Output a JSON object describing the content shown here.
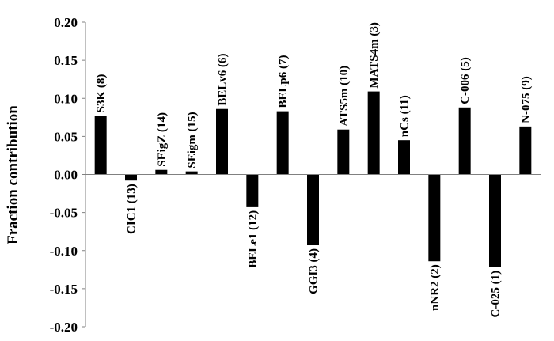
{
  "chart_data": {
    "type": "bar",
    "ylabel": "Fraction contribution",
    "xlabel": "",
    "ylim": [
      -0.2,
      0.2
    ],
    "yticks": [
      0.2,
      0.15,
      0.1,
      0.05,
      0.0,
      -0.05,
      -0.1,
      -0.15,
      -0.2
    ],
    "ytick_labels": [
      "0.20",
      "0.15",
      "0.10",
      "0.05",
      "0.00",
      "-0.05",
      "-0.10",
      "-0.15",
      "-0.20"
    ],
    "grid": false,
    "legend": "none",
    "bar_color": "#000000",
    "categories": [
      "S3K (8)",
      "CIC1 (13)",
      "SEigZ (14)",
      "SEigm (15)",
      "BELv6 (6)",
      "BELe1 (12)",
      "BELp6 (7)",
      "GGI3 (4)",
      "ATS5m (10)",
      "MATS4m (3)",
      "nCs (11)",
      "nNR2 (2)",
      "C-006 (5)",
      "C-025 (1)",
      "N-075 (9)"
    ],
    "values": [
      0.077,
      -0.008,
      0.006,
      0.004,
      0.086,
      -0.043,
      0.083,
      -0.093,
      0.059,
      0.109,
      0.045,
      -0.114,
      0.088,
      -0.122,
      0.063
    ]
  }
}
